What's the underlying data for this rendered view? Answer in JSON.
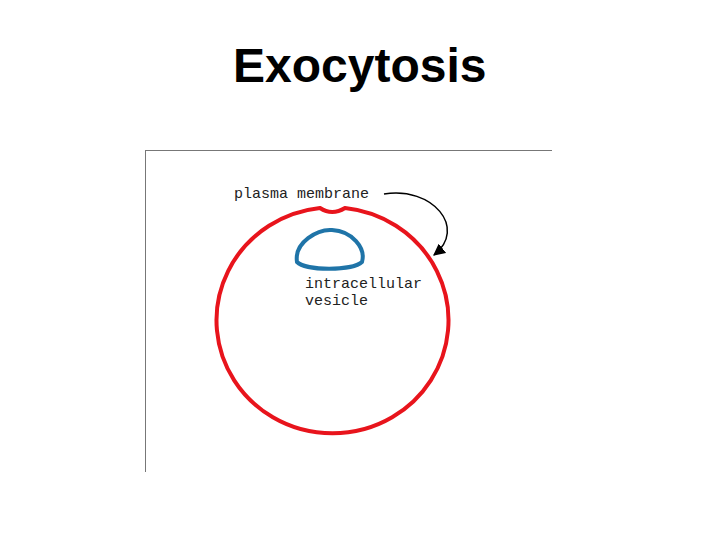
{
  "diagram": {
    "title": "Exocytosis",
    "labels": [
      "plasma membrane",
      "intracellular vesicle"
    ]
  }
}
